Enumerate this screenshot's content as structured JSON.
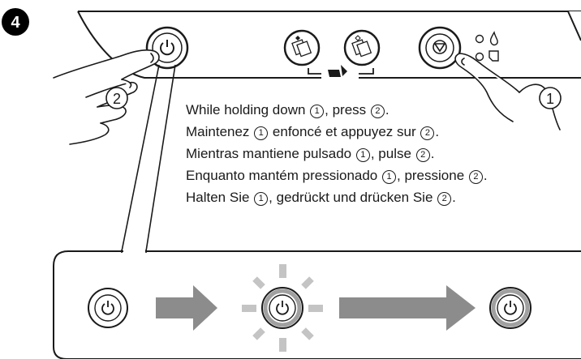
{
  "step_number": "4",
  "callouts": {
    "one": "1",
    "two": "2"
  },
  "instructions": [
    {
      "before": "While holding down",
      "first": "1",
      "middle": ", press",
      "second": "2",
      "after": "."
    },
    {
      "before": "Maintenez",
      "first": "1",
      "middle": "enfoncé et appuyez sur",
      "second": "2",
      "after": "."
    },
    {
      "before": "Mientras mantiene pulsado",
      "first": "1",
      "middle": ", pulse",
      "second": "2",
      "after": "."
    },
    {
      "before": "Enquanto mantém pressionado",
      "first": "1",
      "middle": ", pressione",
      "second": "2",
      "after": "."
    },
    {
      "before": "Halten Sie",
      "first": "1",
      "middle": ", gedrückt und drücken Sie",
      "second": "2",
      "after": "."
    }
  ],
  "icons": [
    "power-icon",
    "stop-cancel-icon",
    "bw-copy-icon",
    "color-copy-icon",
    "paper-icon",
    "ink-drop-icon",
    "arrow-right-icon",
    "flashing-light-icon"
  ],
  "colors": {
    "line": "#1a1a1a",
    "arrow": "#8c8c8c",
    "light_ring": "#a0a0a0",
    "flash": "#c4c4c4"
  }
}
